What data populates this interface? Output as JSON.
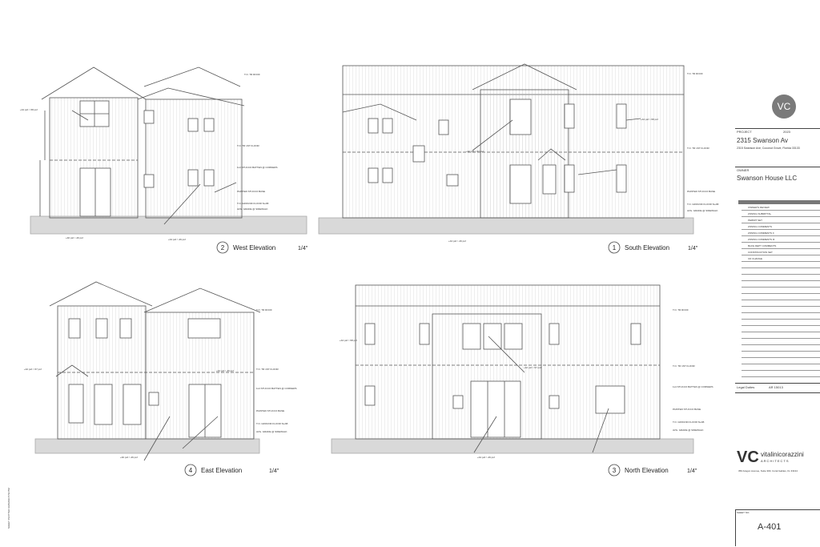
{
  "views": [
    {
      "number": "2",
      "title": "West Elevation",
      "scale": "1/4\""
    },
    {
      "number": "1",
      "title": "South Elevation",
      "scale": "1/4\""
    },
    {
      "number": "4",
      "title": "East Elevation",
      "scale": "1/4\""
    },
    {
      "number": "3",
      "title": "North Elevation",
      "scale": "1/4\""
    }
  ],
  "notes": {
    "roof": "T.O. TR ROOF",
    "slab": "T.O. GROUND FLOOR SLAB",
    "floor": "T.O. TR 1ST FLOOR",
    "siding": "1x4 STUCCO BATTEN @ CORNERS",
    "base": "PAINTED STUCCO BASE",
    "grade": "AVG. GRADE @ SIDEWALK"
  },
  "pressures": [
    "+44 psf / -58 psf",
    "+42 psf / -57 psf",
    "+44 psf / -46 psf",
    "+40 psf / -46 psf"
  ],
  "titleblock": {
    "logo": "VC",
    "project_label": "PROJECT",
    "project_number": "2023",
    "project_name": "2315 Swanson Av",
    "project_address": "2315 Swanson Ave, Coconut Grove, Florida 33133",
    "owner_label": "OWNER",
    "owner_name": "Swanson House LLC",
    "revisions": [
      "OWNER'S REVIEW",
      "ZONING SUBMITTAL",
      "PERMIT SET",
      "ZONING COMMENTS",
      "ZONING COMMENTS II",
      "ZONING COMMENTS III",
      "BLDG DEPT COMMENTS",
      "CONSTRUCTION SET",
      "CD CHANGE"
    ],
    "legal_label": "Legal Duties",
    "legal_value": "AR 15013",
    "firm_name": "vitalinicorazzini",
    "firm_sub": "ARCHITECTS",
    "firm_address": "350 Aragon Avenue, Suite 300, Coral Gables, FL 33134",
    "sheet_label": "SHEET NO.",
    "sheet_number": "A-401"
  },
  "side_note": "SHEET PLOTTED 3/26/2023 5:52 PM"
}
